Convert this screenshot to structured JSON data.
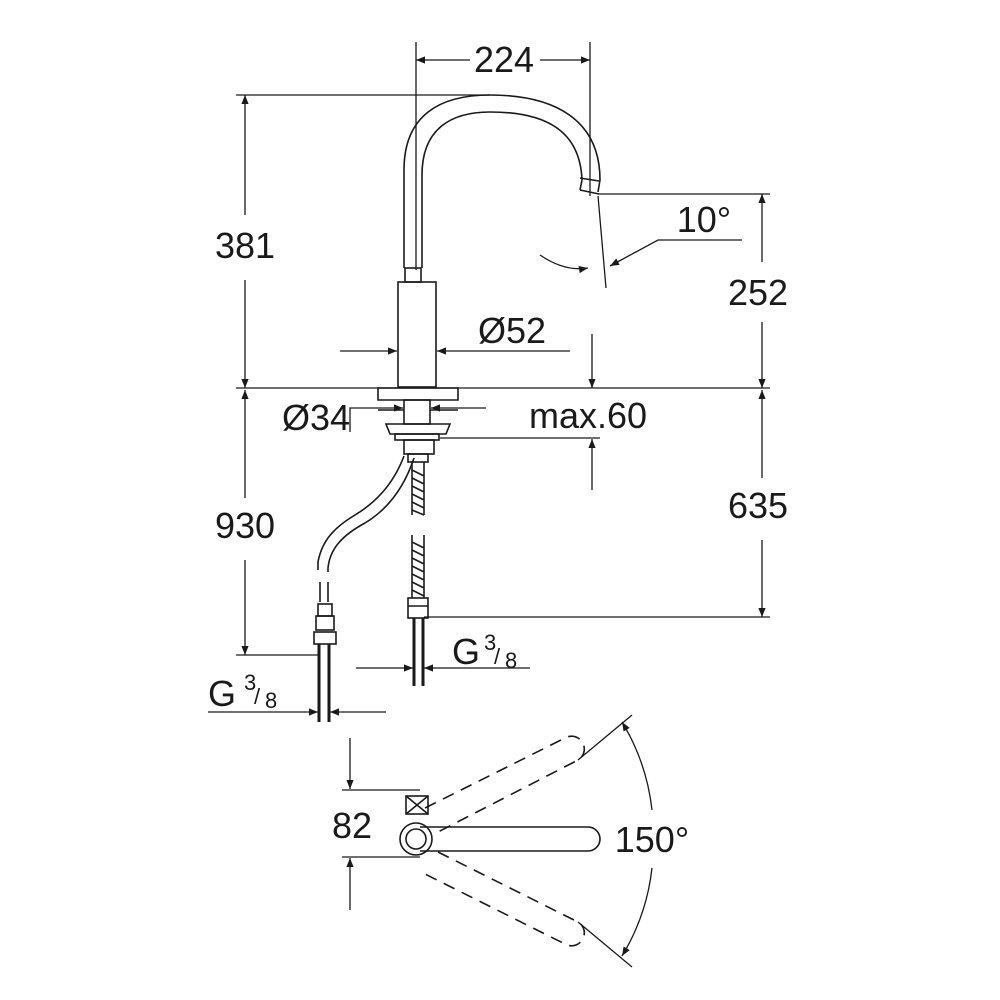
{
  "dimensions": {
    "reach": "224",
    "height_above_deck": "381",
    "spout_angle": "10°",
    "spout_height": "252",
    "body_diameter": "Ø52",
    "mount_diameter": "Ø34",
    "max_deck_thickness": "max.60",
    "total_length": "930",
    "hose_length": "635",
    "thread_left_base": "G",
    "thread_right_base": "G",
    "thread_fraction_num": "3",
    "thread_fraction_den": "8",
    "base_width": "82",
    "swivel_angle": "150°"
  }
}
